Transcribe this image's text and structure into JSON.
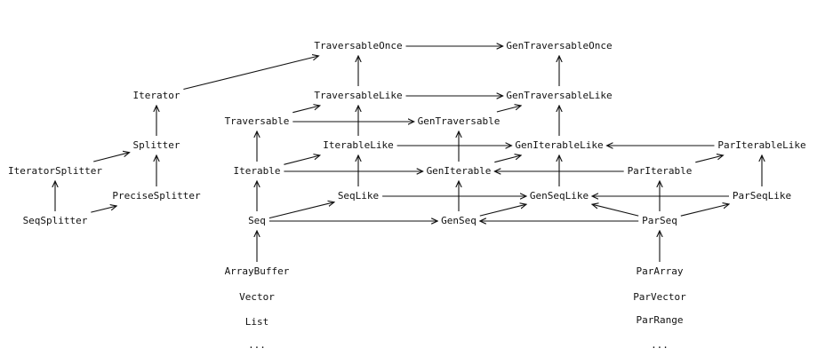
{
  "diagram": {
    "nodes": [
      {
        "id": "TraversableOnce",
        "label": "TraversableOnce"
      },
      {
        "id": "GenTraversableOnce",
        "label": "GenTraversableOnce"
      },
      {
        "id": "Iterator",
        "label": "Iterator"
      },
      {
        "id": "TraversableLike",
        "label": "TraversableLike"
      },
      {
        "id": "GenTraversableLike",
        "label": "GenTraversableLike"
      },
      {
        "id": "Splitter",
        "label": "Splitter"
      },
      {
        "id": "Traversable",
        "label": "Traversable"
      },
      {
        "id": "GenTraversable",
        "label": "GenTraversable"
      },
      {
        "id": "IterableLike",
        "label": "IterableLike"
      },
      {
        "id": "GenIterableLike",
        "label": "GenIterableLike"
      },
      {
        "id": "ParIterableLike",
        "label": "ParIterableLike"
      },
      {
        "id": "IteratorSplitter",
        "label": "IteratorSplitter"
      },
      {
        "id": "Iterable",
        "label": "Iterable"
      },
      {
        "id": "GenIterable",
        "label": "GenIterable"
      },
      {
        "id": "ParIterable",
        "label": "ParIterable"
      },
      {
        "id": "PreciseSplitter",
        "label": "PreciseSplitter"
      },
      {
        "id": "SeqLike",
        "label": "SeqLike"
      },
      {
        "id": "GenSeqLike",
        "label": "GenSeqLike"
      },
      {
        "id": "ParSeqLike",
        "label": "ParSeqLike"
      },
      {
        "id": "SeqSplitter",
        "label": "SeqSplitter"
      },
      {
        "id": "Seq",
        "label": "Seq"
      },
      {
        "id": "GenSeq",
        "label": "GenSeq"
      },
      {
        "id": "ParSeq",
        "label": "ParSeq"
      },
      {
        "id": "ArrayBuffer",
        "label": "ArrayBuffer"
      },
      {
        "id": "Vector",
        "label": "Vector"
      },
      {
        "id": "List",
        "label": "List"
      },
      {
        "id": "DotsLeft",
        "label": "..."
      },
      {
        "id": "ParArray",
        "label": "ParArray"
      },
      {
        "id": "ParVector",
        "label": "ParVector"
      },
      {
        "id": "ParRange",
        "label": "ParRange"
      },
      {
        "id": "DotsRight",
        "label": "..."
      }
    ],
    "edges": [
      {
        "from": "TraversableOnce",
        "to": "GenTraversableOnce"
      },
      {
        "from": "Iterator",
        "to": "TraversableOnce"
      },
      {
        "from": "TraversableLike",
        "to": "TraversableOnce"
      },
      {
        "from": "GenTraversableLike",
        "to": "GenTraversableOnce"
      },
      {
        "from": "TraversableLike",
        "to": "GenTraversableLike"
      },
      {
        "from": "Splitter",
        "to": "Iterator"
      },
      {
        "from": "Traversable",
        "to": "TraversableLike"
      },
      {
        "from": "Traversable",
        "to": "GenTraversable"
      },
      {
        "from": "GenTraversable",
        "to": "GenTraversableLike"
      },
      {
        "from": "IterableLike",
        "to": "TraversableLike"
      },
      {
        "from": "IterableLike",
        "to": "GenIterableLike"
      },
      {
        "from": "GenIterableLike",
        "to": "GenTraversableLike"
      },
      {
        "from": "ParIterableLike",
        "to": "GenIterableLike"
      },
      {
        "from": "IteratorSplitter",
        "to": "Splitter"
      },
      {
        "from": "Iterable",
        "to": "Traversable"
      },
      {
        "from": "Iterable",
        "to": "IterableLike"
      },
      {
        "from": "Iterable",
        "to": "GenIterable"
      },
      {
        "from": "GenIterable",
        "to": "GenTraversable"
      },
      {
        "from": "GenIterable",
        "to": "GenIterableLike"
      },
      {
        "from": "ParIterable",
        "to": "GenIterable"
      },
      {
        "from": "ParIterable",
        "to": "ParIterableLike"
      },
      {
        "from": "PreciseSplitter",
        "to": "Splitter"
      },
      {
        "from": "SeqLike",
        "to": "IterableLike"
      },
      {
        "from": "SeqLike",
        "to": "GenSeqLike"
      },
      {
        "from": "GenSeqLike",
        "to": "GenIterableLike"
      },
      {
        "from": "ParSeqLike",
        "to": "GenSeqLike"
      },
      {
        "from": "ParSeqLike",
        "to": "ParIterableLike"
      },
      {
        "from": "SeqSplitter",
        "to": "IteratorSplitter"
      },
      {
        "from": "SeqSplitter",
        "to": "PreciseSplitter"
      },
      {
        "from": "Seq",
        "to": "Iterable"
      },
      {
        "from": "Seq",
        "to": "SeqLike"
      },
      {
        "from": "Seq",
        "to": "GenSeq"
      },
      {
        "from": "GenSeq",
        "to": "GenIterable"
      },
      {
        "from": "GenSeq",
        "to": "GenSeqLike"
      },
      {
        "from": "ParSeq",
        "to": "GenSeq"
      },
      {
        "from": "ParSeq",
        "to": "GenSeqLike"
      },
      {
        "from": "ParSeq",
        "to": "ParIterable"
      },
      {
        "from": "ParSeq",
        "to": "ParSeqLike"
      },
      {
        "from": "ArrayBuffer",
        "to": "Seq"
      },
      {
        "from": "ParArray",
        "to": "ParSeq"
      }
    ]
  }
}
